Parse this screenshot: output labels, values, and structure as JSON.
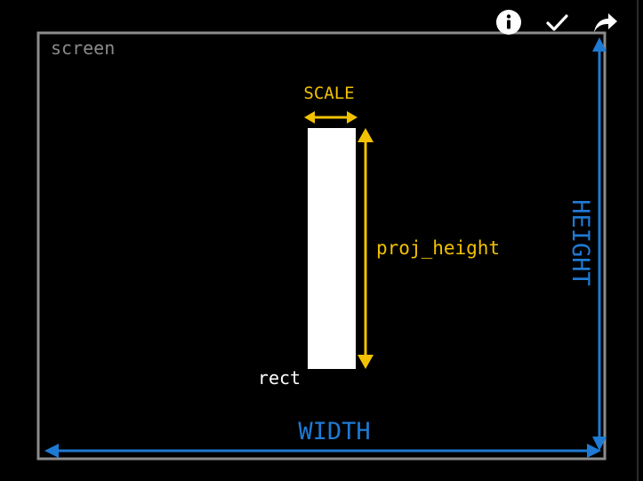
{
  "diagram": {
    "screen_label": "screen",
    "scale_label": "SCALE",
    "projection_label": "proj_height",
    "rect_label": "rect",
    "width_label": "WIDTH",
    "height_label": "HEIGHT"
  },
  "toolbar": {
    "info_icon": "info-icon",
    "check_icon": "checkmark-icon",
    "share_icon": "share-arrow-icon"
  },
  "colors": {
    "background": "#000000",
    "screen_border": "#8c8c8c",
    "screen_text": "#8a8a8a",
    "accent_yellow": "#f2c200",
    "accent_blue": "#1f7ad4",
    "rect_fill": "#ffffff",
    "label_white": "#ffffff"
  }
}
